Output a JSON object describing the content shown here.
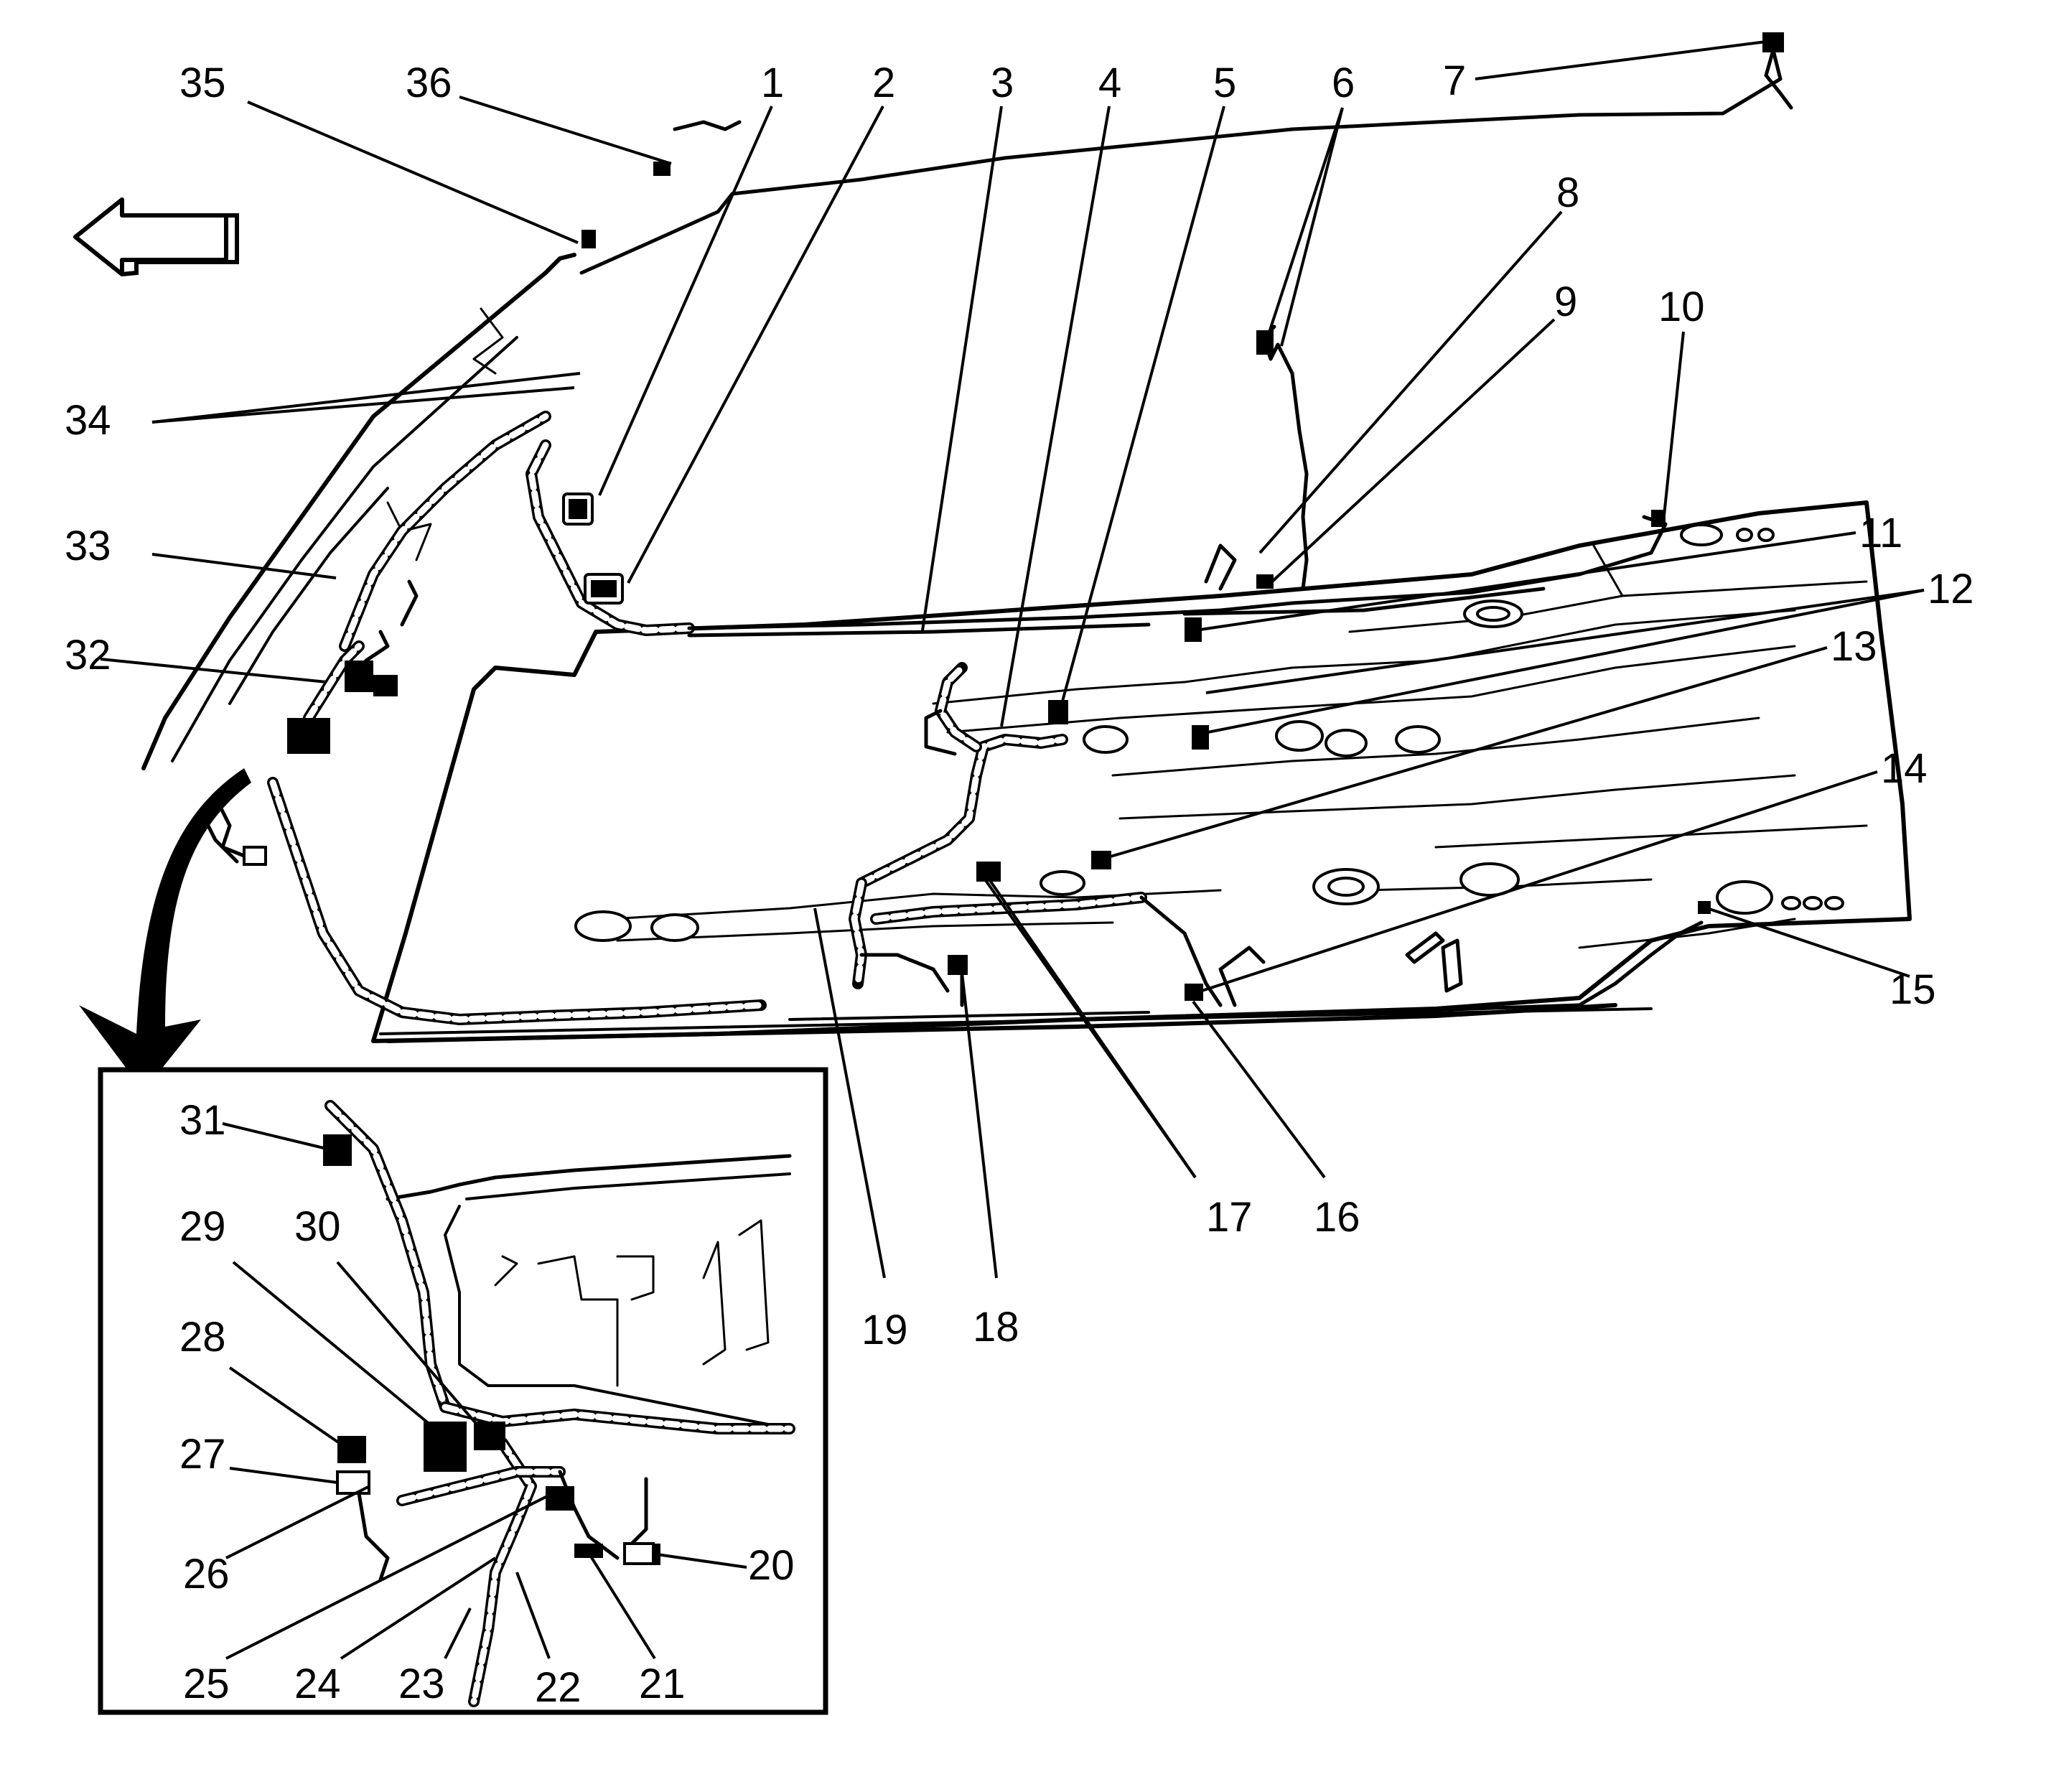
{
  "figure": {
    "callouts": [
      "1",
      "2",
      "3",
      "4",
      "5",
      "6",
      "7",
      "8",
      "9",
      "10",
      "11",
      "12",
      "13",
      "14",
      "15",
      "16",
      "17",
      "18",
      "19",
      "20",
      "21",
      "22",
      "23",
      "24",
      "25",
      "26",
      "27",
      "28",
      "29",
      "30",
      "31",
      "32",
      "33",
      "34",
      "35",
      "36"
    ]
  }
}
